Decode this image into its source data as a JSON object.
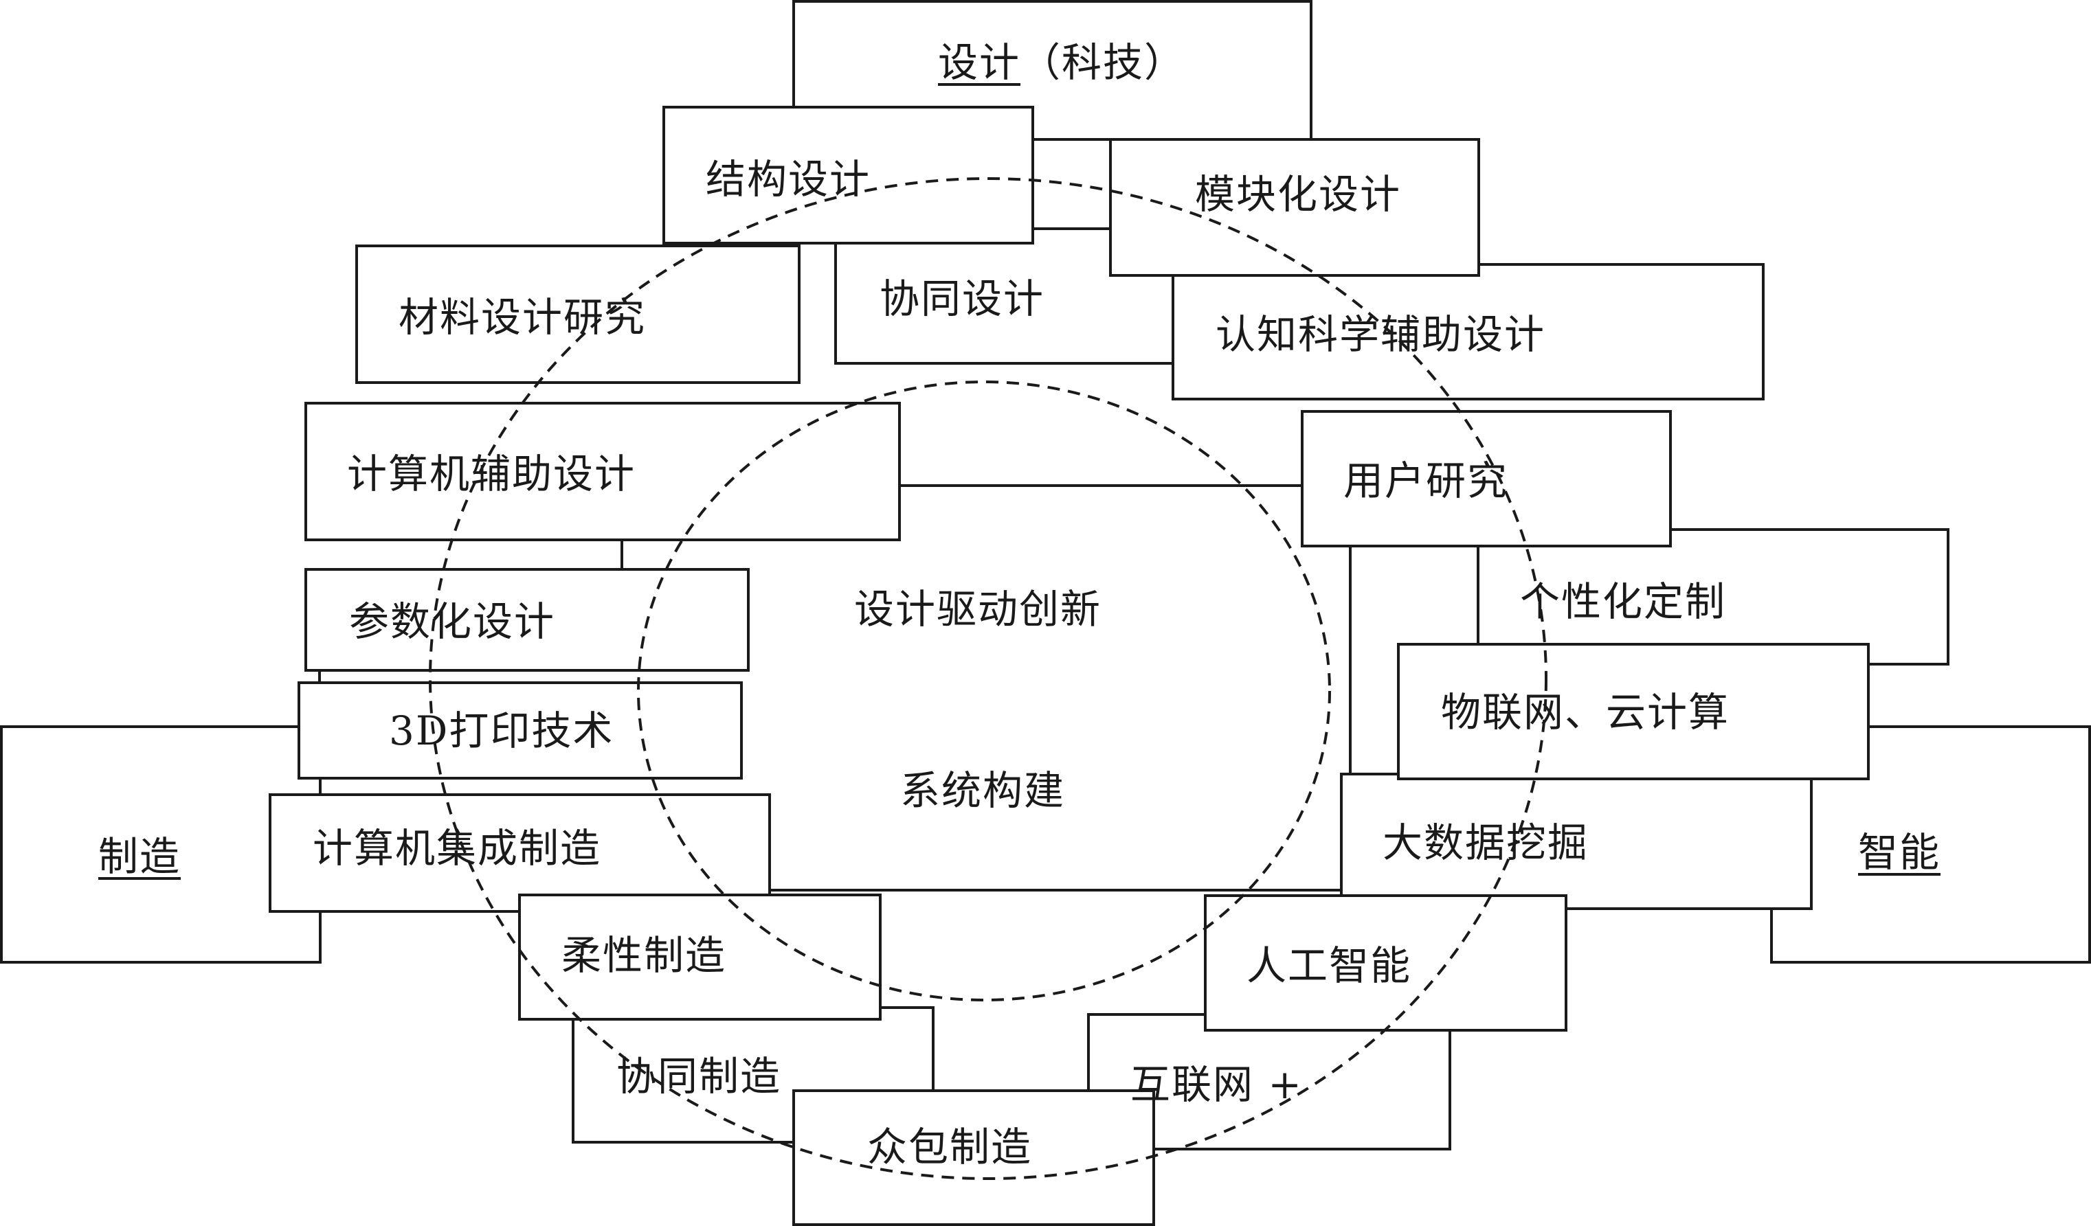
{
  "center": {
    "line1": "设计驱动创新",
    "line2": "系统构建"
  },
  "pillars": {
    "design_prefix": "设计",
    "design_suffix": "（科技）",
    "manufacturing": "制造",
    "intelligence": "智能"
  },
  "nodes": {
    "structure_design": "结构设计",
    "modular_design": "模块化设计",
    "material_design_research": "材料设计研究",
    "collaborative_design": "协同设计",
    "cognitive_science_aided_design": "认知科学辅助设计",
    "computer_aided_design": "计算机辅助设计",
    "user_research": "用户研究",
    "parametric_design": "参数化设计",
    "personalized_customization": "个性化定制",
    "printing_3d": "3D打印技术",
    "iot_cloud": "物联网、云计算",
    "cim": "计算机集成制造",
    "big_data_mining": "大数据挖掘",
    "flexible_manufacturing": "柔性制造",
    "artificial_intelligence": "人工智能",
    "collaborative_manufacturing": "协同制造",
    "internet_plus": "互联网 +",
    "crowdsourced_manufacturing": "众包制造"
  }
}
